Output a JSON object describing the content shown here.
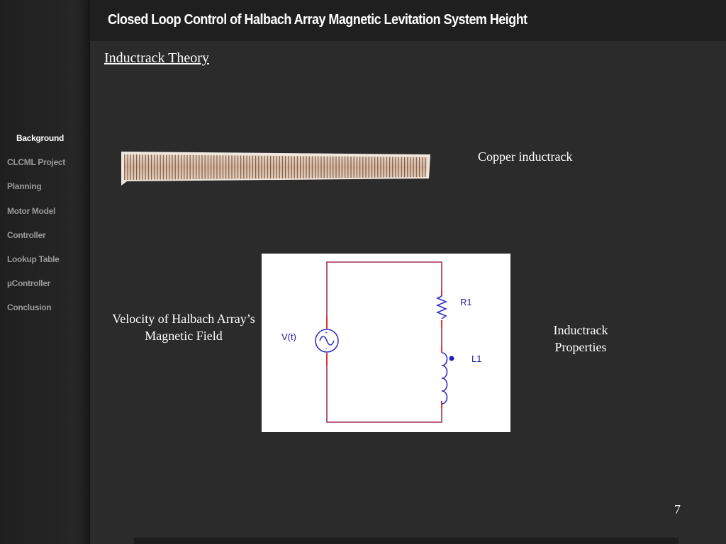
{
  "header": {
    "title": "Closed Loop Control of Halbach Array Magnetic Levitation System Height"
  },
  "sidebar": {
    "items": [
      {
        "label": "Background",
        "active": true
      },
      {
        "label": "CLCML Project",
        "active": false
      },
      {
        "label": "Planning",
        "active": false
      },
      {
        "label": "Motor Model",
        "active": false
      },
      {
        "label": "Controller",
        "active": false
      },
      {
        "label": "Lookup Table",
        "active": false
      },
      {
        "label": "µController",
        "active": false
      },
      {
        "label": "Conclusion",
        "active": false
      }
    ]
  },
  "content": {
    "subtitle": "Inductrack Theory",
    "copper_label": "Copper inductrack",
    "velocity_label": "Velocity of Halbach Array’s Magnetic Field",
    "inductrack_label": "Inductrack Properties",
    "page_number": "7"
  },
  "circuit": {
    "source_label": "V(t)",
    "resistor_label": "R1",
    "inductor_label": "L1",
    "wire_color": "#a0305a",
    "component_color": "#3030c0",
    "terminal_color": "#e03030"
  },
  "colors": {
    "background": "#2b2b2b",
    "sidebar": "#222222",
    "header": "#1f1f1f",
    "text": "#ffffff",
    "sidebar_inactive": "#9a9a9a"
  }
}
